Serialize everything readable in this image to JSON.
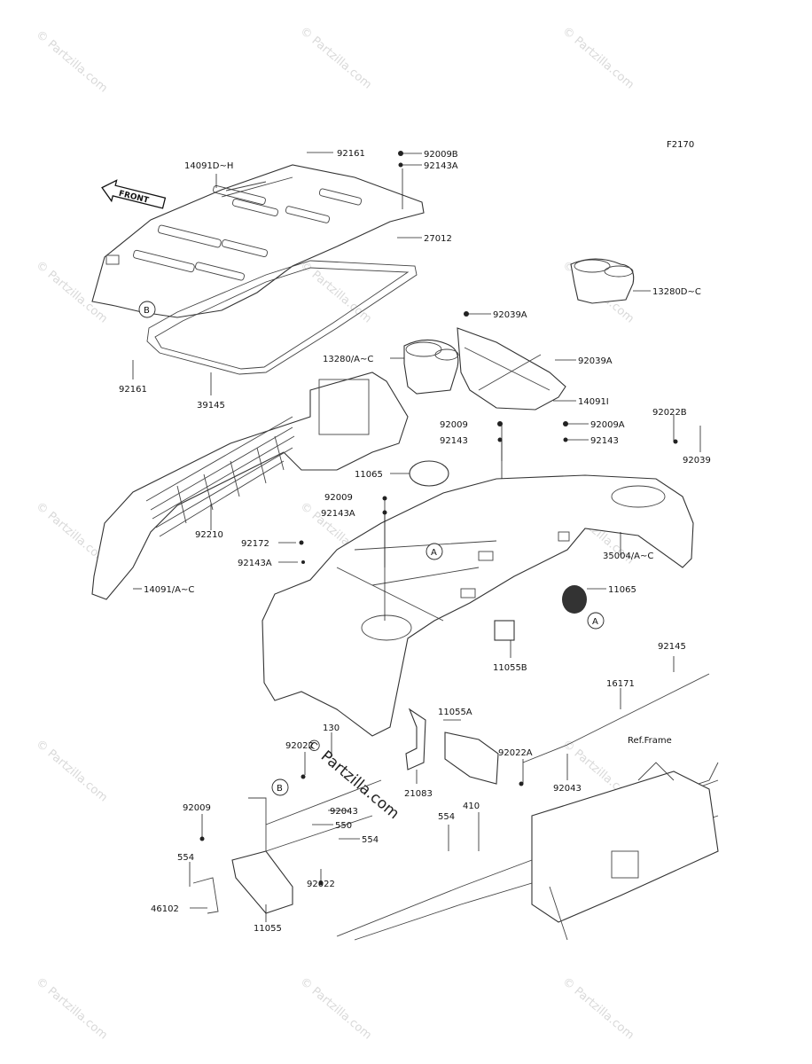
{
  "diagram_code": "F2170",
  "front_arrow": "FRONT",
  "watermark_text": "© Partzilla.com",
  "ref_frame_label": "Ref.Frame",
  "callouts": {
    "A": "A",
    "B": "B"
  },
  "parts": [
    {
      "id": "p1",
      "label": "14091D~H"
    },
    {
      "id": "p2",
      "label": "92161"
    },
    {
      "id": "p3",
      "label": "92009B"
    },
    {
      "id": "p4",
      "label": "92143A"
    },
    {
      "id": "p5",
      "label": "27012"
    },
    {
      "id": "p6",
      "label": "13280D~C"
    },
    {
      "id": "p7",
      "label": "92039A"
    },
    {
      "id": "p8",
      "label": "13280/A~C"
    },
    {
      "id": "p9",
      "label": "92039A"
    },
    {
      "id": "p10",
      "label": "14091I"
    },
    {
      "id": "p11",
      "label": "92161"
    },
    {
      "id": "p12",
      "label": "39145"
    },
    {
      "id": "p13",
      "label": "92009"
    },
    {
      "id": "p14",
      "label": "92143"
    },
    {
      "id": "p15",
      "label": "92009A"
    },
    {
      "id": "p16",
      "label": "92143"
    },
    {
      "id": "p17",
      "label": "92022B"
    },
    {
      "id": "p18",
      "label": "92039"
    },
    {
      "id": "p19",
      "label": "11065"
    },
    {
      "id": "p20",
      "label": "92009"
    },
    {
      "id": "p21",
      "label": "92143A"
    },
    {
      "id": "p22",
      "label": "92210"
    },
    {
      "id": "p23",
      "label": "92172"
    },
    {
      "id": "p24",
      "label": "92143A"
    },
    {
      "id": "p25",
      "label": "35004/A~C"
    },
    {
      "id": "p26",
      "label": "14091/A~C"
    },
    {
      "id": "p27",
      "label": "11065"
    },
    {
      "id": "p28",
      "label": "11055B"
    },
    {
      "id": "p29",
      "label": "92145"
    },
    {
      "id": "p30",
      "label": "16171"
    },
    {
      "id": "p31",
      "label": "130"
    },
    {
      "id": "p32",
      "label": "92022"
    },
    {
      "id": "p33",
      "label": "11055A"
    },
    {
      "id": "p34",
      "label": "92022A"
    },
    {
      "id": "p35",
      "label": "21083"
    },
    {
      "id": "p36",
      "label": "92043"
    },
    {
      "id": "p37",
      "label": "92009"
    },
    {
      "id": "p38",
      "label": "92043"
    },
    {
      "id": "p39",
      "label": "550"
    },
    {
      "id": "p40",
      "label": "554"
    },
    {
      "id": "p41",
      "label": "410"
    },
    {
      "id": "p42",
      "label": "554"
    },
    {
      "id": "p43",
      "label": "554"
    },
    {
      "id": "p44",
      "label": "92022"
    },
    {
      "id": "p45",
      "label": "46102"
    },
    {
      "id": "p46",
      "label": "11055"
    }
  ]
}
